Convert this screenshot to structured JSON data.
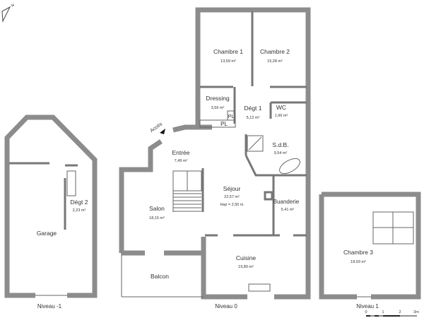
{
  "rooms": {
    "chambre1": {
      "name": "Chambre 1",
      "area": "13,59 m²"
    },
    "chambre2": {
      "name": "Chambre 2",
      "area": "15,28 m²"
    },
    "dressing": {
      "name": "Dressing",
      "area": "3,56 m²"
    },
    "degt1": {
      "name": "Dégt 1",
      "area": "5,12 m²"
    },
    "wc": {
      "name": "WC",
      "area": "1,96 m²"
    },
    "pl1": {
      "name": "PL"
    },
    "pl2": {
      "name": "PL"
    },
    "sdb": {
      "name": "S.d.B.",
      "area": "9,54 m²"
    },
    "entree": {
      "name": "Entrée",
      "area": "7,49 m²"
    },
    "sejour": {
      "name": "Séjour",
      "area": "22,57 m²",
      "hsp": "Hsp = 2,50 m"
    },
    "salon": {
      "name": "Salon",
      "area": "18,15 m²"
    },
    "buanderie": {
      "name": "Buanderie",
      "area": "5,41 m²"
    },
    "cuisine": {
      "name": "Cuisine",
      "area": "19,89 m²"
    },
    "balcon": {
      "name": "Balcon"
    },
    "garage": {
      "name": "Garage"
    },
    "degt2": {
      "name": "Dégt 2",
      "area": "2,23 m²"
    },
    "chambre3": {
      "name": "Chambre 3",
      "area": "18,93 m²"
    }
  },
  "access_label": "Accès",
  "north_label": "N",
  "levels": {
    "basement": "Niveau -1",
    "ground": "Niveau 0",
    "first": "Niveau 1"
  },
  "scale": {
    "ticks": [
      "0",
      "1",
      "2",
      "3m"
    ]
  }
}
